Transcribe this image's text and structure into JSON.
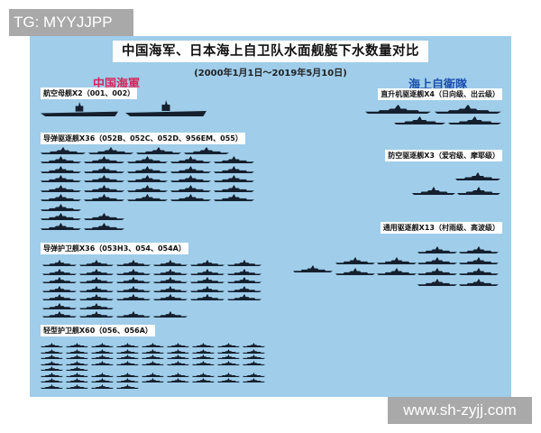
{
  "watermarks": {
    "top_left": "TG: MYYJJPP",
    "bottom_right": "www.sh-zyjj.com"
  },
  "title": "中国海军、日本海上自卫队水面舰艇下水数量对比",
  "subtitle": "(2000年1月1日～2019年5月10日)",
  "china": {
    "heading": "中国海軍",
    "heading_color": "#d8245a",
    "groups": [
      {
        "label": "航空母舰X2（001、002）",
        "count": 2
      },
      {
        "label": "导弹驱逐舰X36（052B、052C、052D、956EM、055）",
        "count": 36
      },
      {
        "label": "导弹护卫舰X36（053H3、054、054A）",
        "count": 36
      },
      {
        "label": "轻型护卫舰X60（056、056A）",
        "count": 60
      }
    ]
  },
  "japan": {
    "heading": "海上自衛隊",
    "heading_color": "#1c4fb0",
    "groups": [
      {
        "label": "直升机驱逐舰X4（日向级、出云级）",
        "count": 4
      },
      {
        "label": "防空驱逐舰X3（爱宕级、摩耶级）",
        "count": 3
      },
      {
        "label": "通用驱逐舰X13（村雨级、高波级）",
        "count": 13
      }
    ]
  },
  "colors": {
    "background": "#9fcdea",
    "ship": "#15202e"
  }
}
